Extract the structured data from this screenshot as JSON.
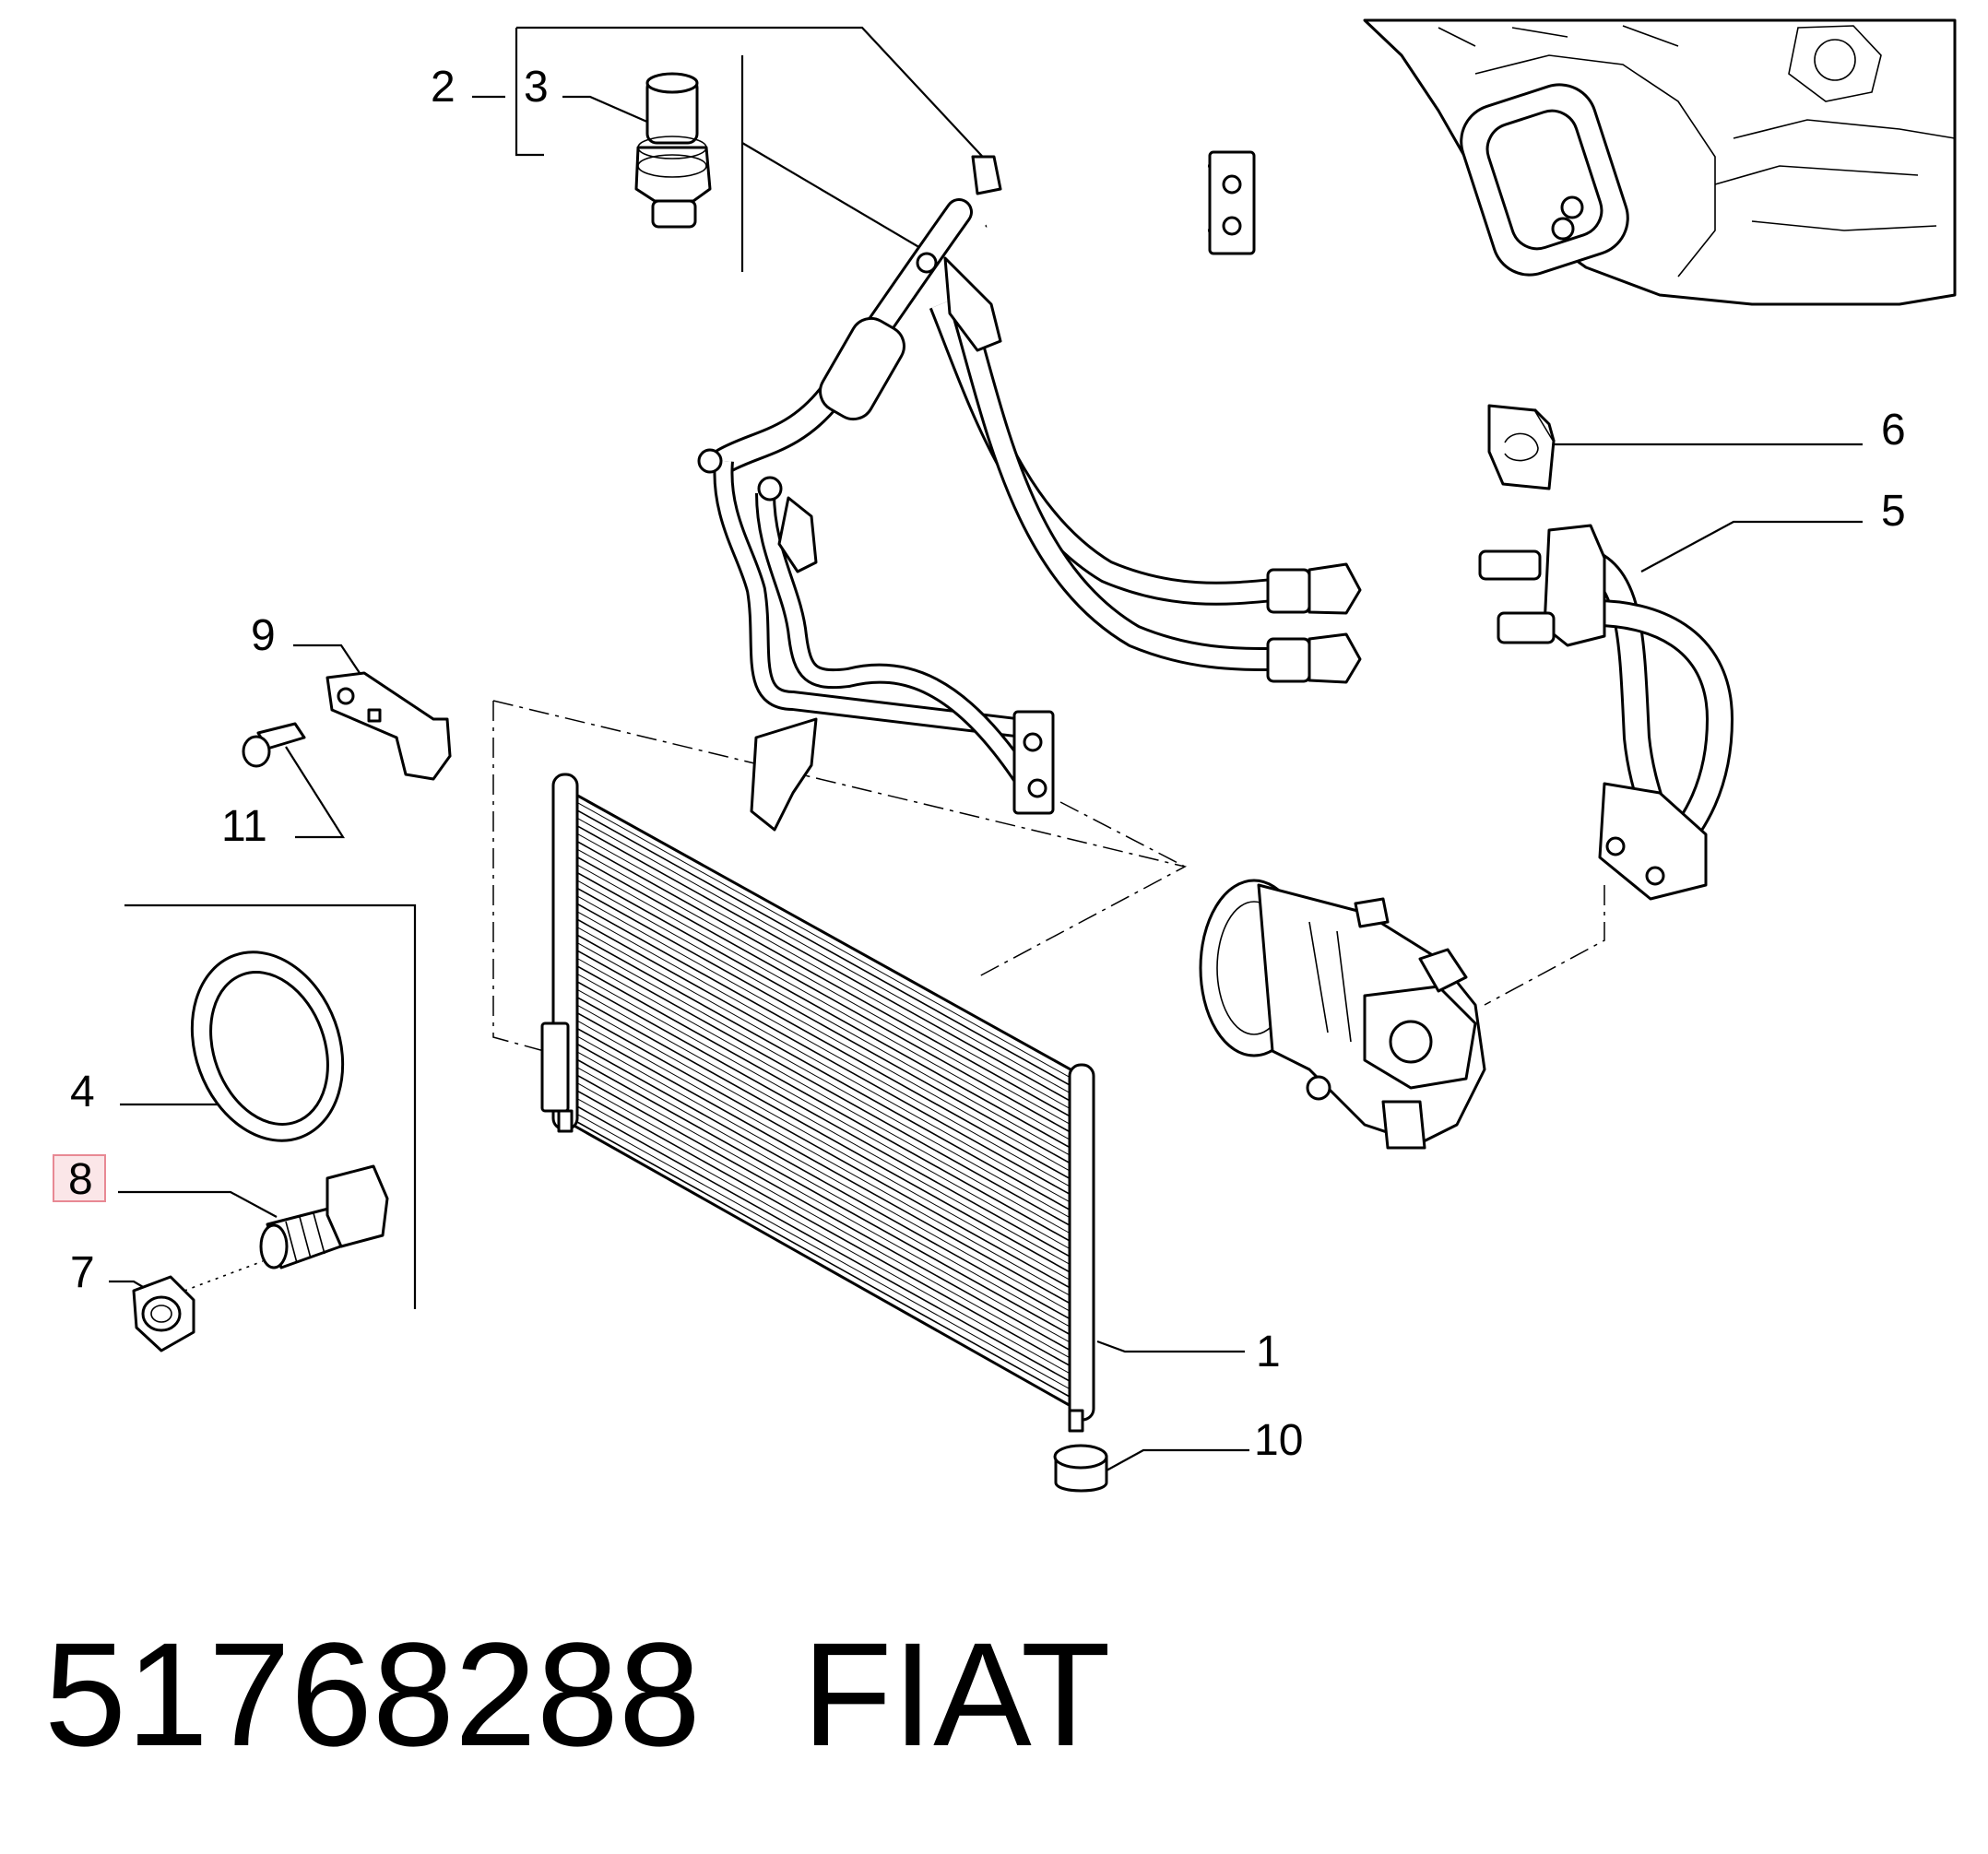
{
  "callouts": [
    {
      "id": "1",
      "label": "1"
    },
    {
      "id": "2",
      "label": "2"
    },
    {
      "id": "3",
      "label": "3"
    },
    {
      "id": "4",
      "label": "4"
    },
    {
      "id": "5",
      "label": "5"
    },
    {
      "id": "6",
      "label": "6"
    },
    {
      "id": "7",
      "label": "7"
    },
    {
      "id": "8",
      "label": "8",
      "highlighted": true
    },
    {
      "id": "9",
      "label": "9"
    },
    {
      "id": "10",
      "label": "10"
    },
    {
      "id": "11",
      "label": "11"
    }
  ],
  "caption": {
    "part_number": "51768288",
    "brand": "FIAT"
  },
  "colors": {
    "line": "#000000",
    "highlight_fill": "#fbe6e8",
    "highlight_border": "#e88994"
  }
}
